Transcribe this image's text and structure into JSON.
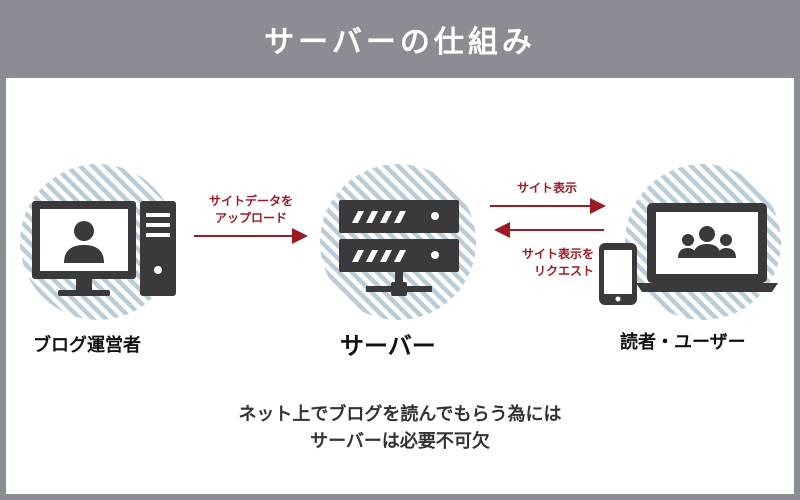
{
  "title": "サーバーの仕組み",
  "nodes": {
    "operator": {
      "label": "ブログ運営者",
      "icon": "desktop-computer-user-icon"
    },
    "server": {
      "label": "サーバー",
      "icon": "server-rack-icon"
    },
    "reader": {
      "label": "読者・ユーザー",
      "icon": "laptop-users-icon"
    }
  },
  "arrows": {
    "upload": {
      "line1": "サイトデータを",
      "line2": "アップロード"
    },
    "display": {
      "line1": "サイト表示"
    },
    "request": {
      "line1": "サイト表示を",
      "line2": "リクエスト"
    }
  },
  "caption": {
    "line1": "ネット上でブログを読んでもらう為には",
    "line2": "サーバーは必要不可欠"
  },
  "colors": {
    "header_bg": "#8a8d93",
    "icon": "#3a3a3a",
    "arrow": "#9b1b25",
    "circle_stripe": "#b9ccd8"
  }
}
